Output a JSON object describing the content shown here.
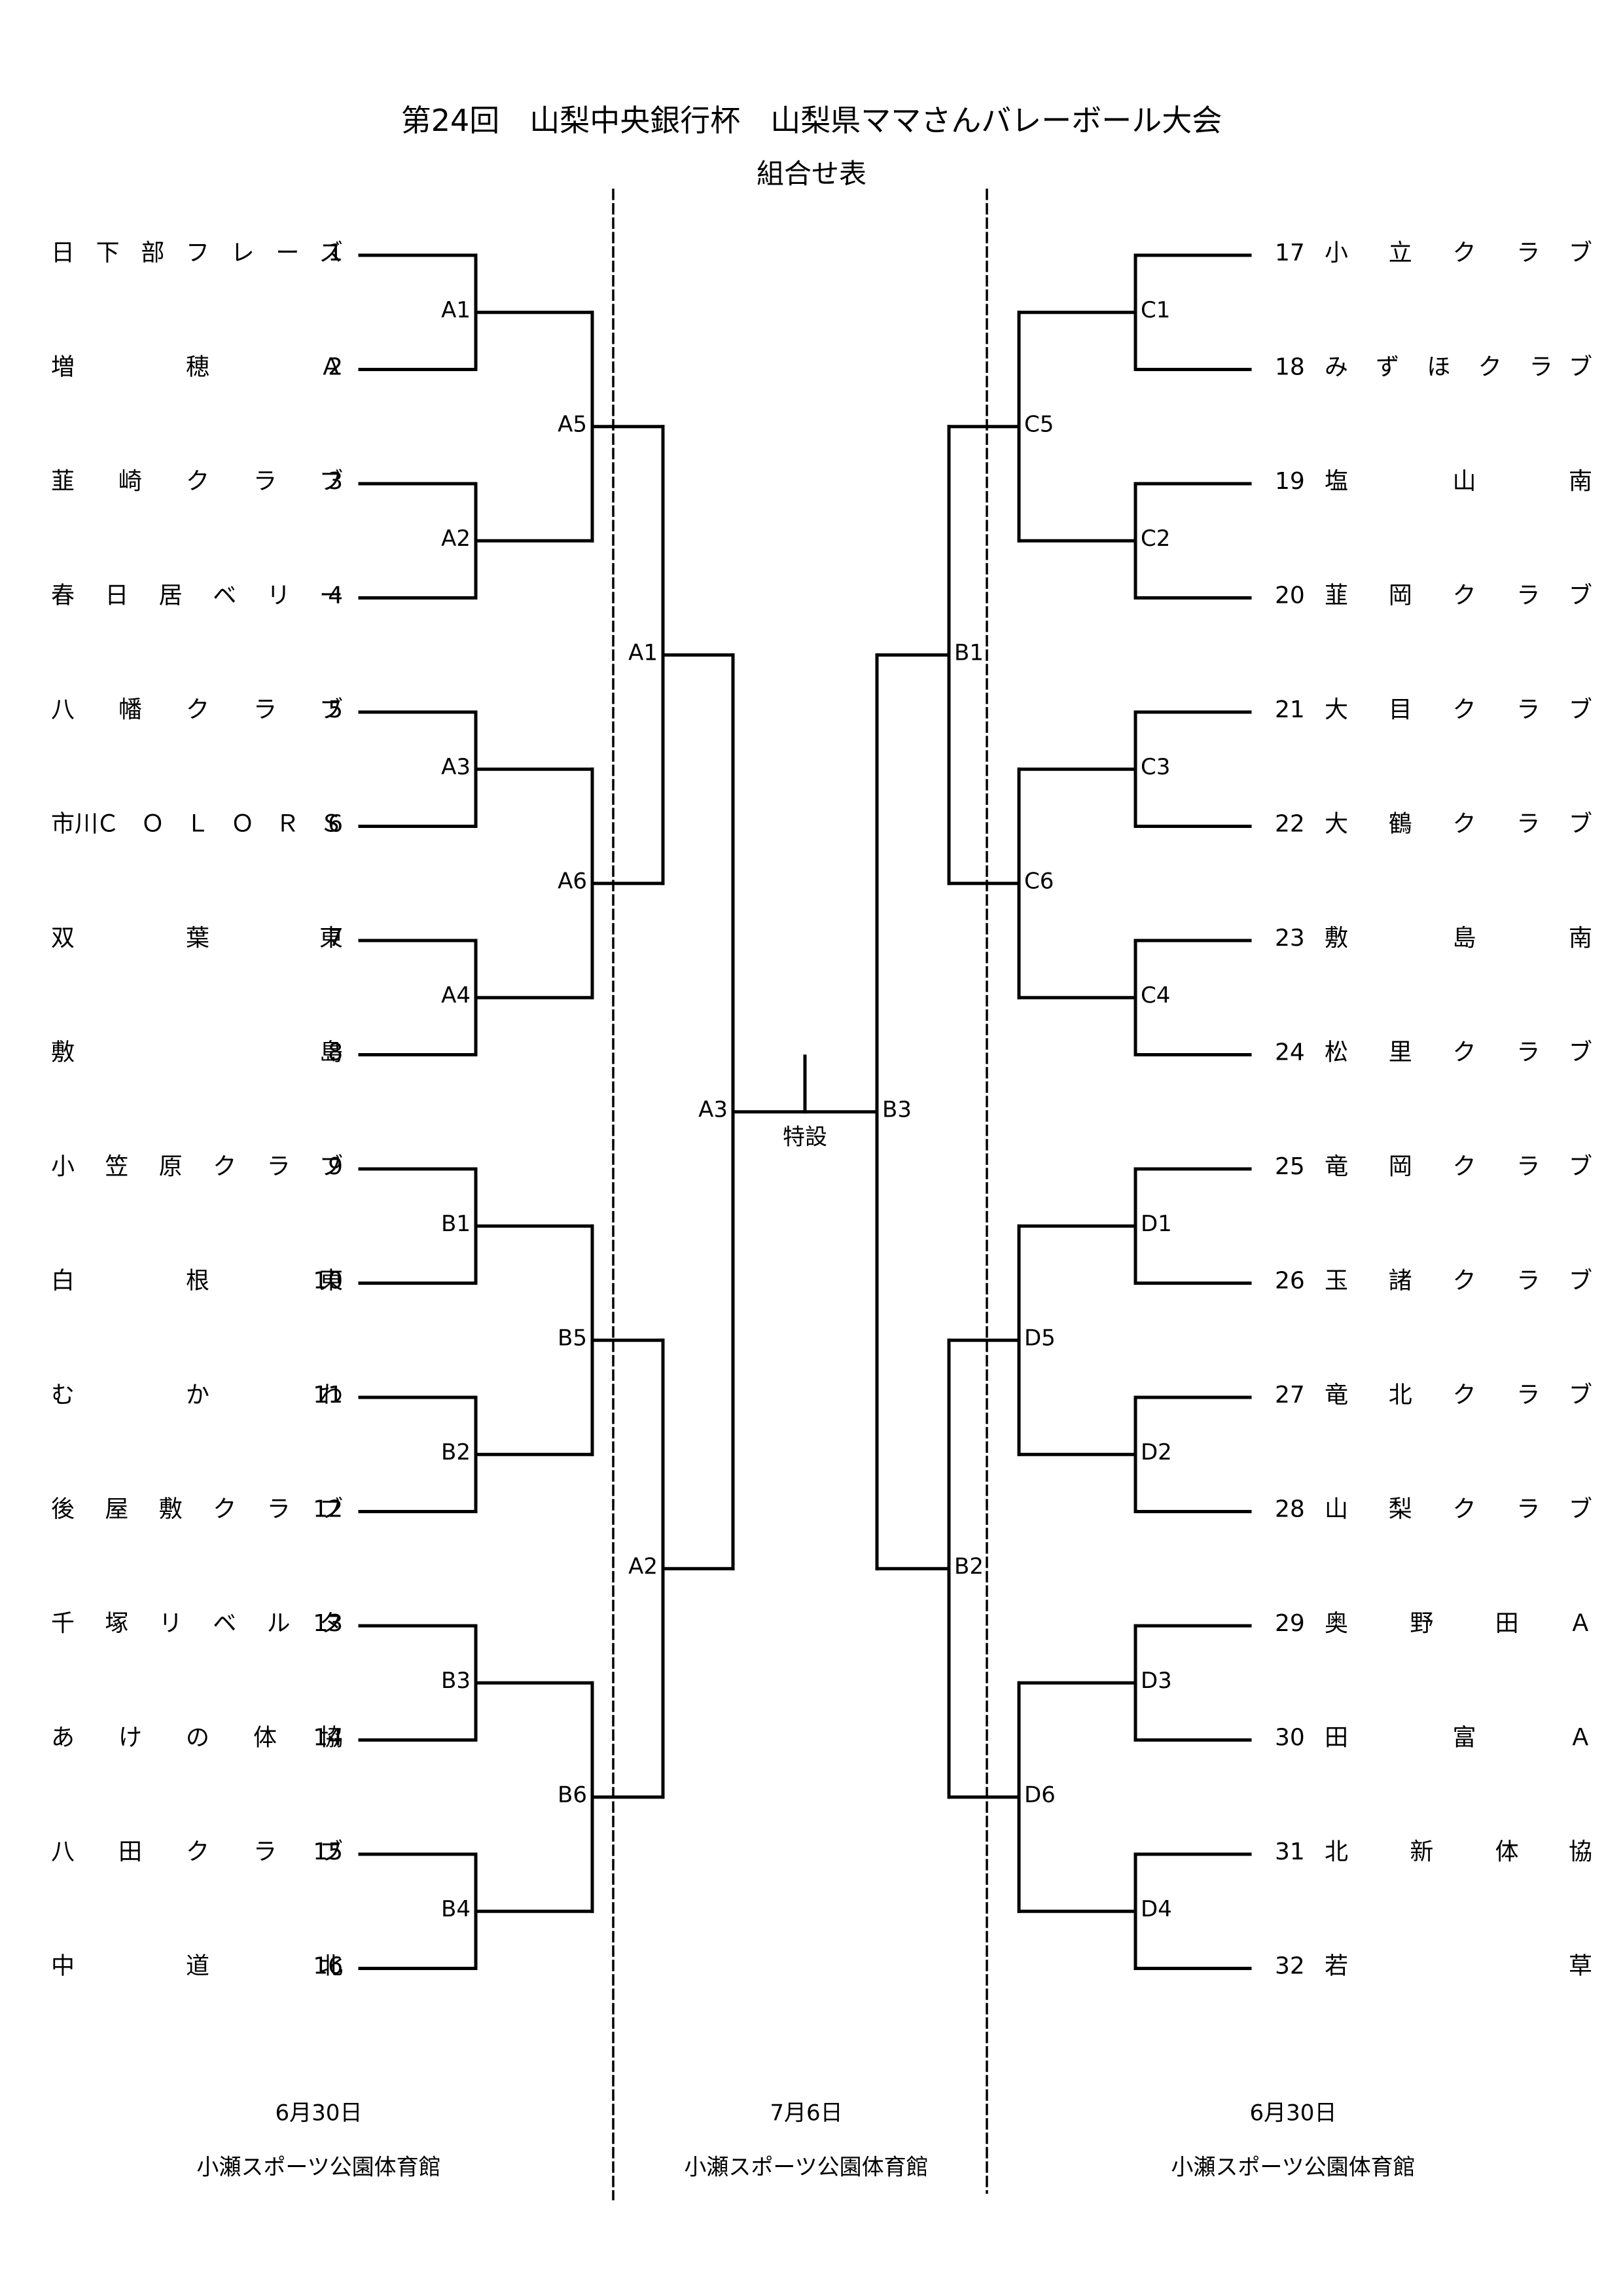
{
  "header": {
    "title": "第24回　山梨中央銀行杯　山梨県ママさんバレーボール大会",
    "subtitle": "組合せ表"
  },
  "left_teams": [
    {
      "no": "1",
      "name": [
        "日",
        "下",
        "部",
        "フ",
        "レ",
        "ー",
        "ズ"
      ]
    },
    {
      "no": "2",
      "name": [
        "増",
        "穂",
        "Ａ"
      ]
    },
    {
      "no": "3",
      "name": [
        "韮",
        "崎",
        "ク",
        "ラ",
        "ブ"
      ]
    },
    {
      "no": "4",
      "name": [
        "春",
        "日",
        "居",
        "ベ",
        "リ",
        "ー"
      ]
    },
    {
      "no": "5",
      "name": [
        "八",
        "幡",
        "ク",
        "ラ",
        "ブ"
      ]
    },
    {
      "no": "6",
      "name": [
        "市川",
        "Ｃ",
        "Ｏ",
        "Ｌ",
        "Ｏ",
        "Ｒ",
        "Ｓ"
      ]
    },
    {
      "no": "7",
      "name": [
        "双",
        "葉",
        "東"
      ]
    },
    {
      "no": "8",
      "name": [
        "敷",
        "島"
      ]
    },
    {
      "no": "9",
      "name": [
        "小",
        "笠",
        "原",
        "ク",
        "ラ",
        "ブ"
      ]
    },
    {
      "no": "10",
      "name": [
        "白",
        "根",
        "東"
      ]
    },
    {
      "no": "11",
      "name": [
        "む",
        "か",
        "わ"
      ]
    },
    {
      "no": "12",
      "name": [
        "後",
        "屋",
        "敷",
        "ク",
        "ラ",
        "ブ"
      ]
    },
    {
      "no": "13",
      "name": [
        "千",
        "塚",
        "リ",
        "ベ",
        "ル",
        "タ"
      ]
    },
    {
      "no": "14",
      "name": [
        "あ",
        "け",
        "の",
        "体",
        "協"
      ]
    },
    {
      "no": "15",
      "name": [
        "八",
        "田",
        "ク",
        "ラ",
        "ブ"
      ]
    },
    {
      "no": "16",
      "name": [
        "中",
        "道",
        "北"
      ]
    }
  ],
  "right_teams": [
    {
      "no": "17",
      "name": [
        "小",
        "立",
        "ク",
        "ラ",
        "ブ"
      ]
    },
    {
      "no": "18",
      "name": [
        "み",
        "ず",
        "ほ",
        "ク",
        "ラ",
        "ブ"
      ]
    },
    {
      "no": "19",
      "name": [
        "塩",
        "山",
        "南"
      ]
    },
    {
      "no": "20",
      "name": [
        "韮",
        "岡",
        "ク",
        "ラ",
        "ブ"
      ]
    },
    {
      "no": "21",
      "name": [
        "大",
        "目",
        "ク",
        "ラ",
        "ブ"
      ]
    },
    {
      "no": "22",
      "name": [
        "大",
        "鶴",
        "ク",
        "ラ",
        "ブ"
      ]
    },
    {
      "no": "23",
      "name": [
        "敷",
        "島",
        "南"
      ]
    },
    {
      "no": "24",
      "name": [
        "松",
        "里",
        "ク",
        "ラ",
        "ブ"
      ]
    },
    {
      "no": "25",
      "name": [
        "竜",
        "岡",
        "ク",
        "ラ",
        "ブ"
      ]
    },
    {
      "no": "26",
      "name": [
        "玉",
        "諸",
        "ク",
        "ラ",
        "ブ"
      ]
    },
    {
      "no": "27",
      "name": [
        "竜",
        "北",
        "ク",
        "ラ",
        "ブ"
      ]
    },
    {
      "no": "28",
      "name": [
        "山",
        "梨",
        "ク",
        "ラ",
        "ブ"
      ]
    },
    {
      "no": "29",
      "name": [
        "奥",
        "野",
        "田",
        "Ａ"
      ]
    },
    {
      "no": "30",
      "name": [
        "田",
        "富",
        "Ａ"
      ]
    },
    {
      "no": "31",
      "name": [
        "北",
        "新",
        "体",
        "協"
      ]
    },
    {
      "no": "32",
      "name": [
        "若",
        "草"
      ]
    }
  ],
  "matches": {
    "left_round1": [
      "A1",
      "A2",
      "A3",
      "A4",
      "B1",
      "B2",
      "B3",
      "B4"
    ],
    "left_round2": [
      "A5",
      "A6",
      "B5",
      "B6"
    ],
    "left_round3": [
      "A1",
      "A2"
    ],
    "left_semi": "A3",
    "right_round1": [
      "C1",
      "C2",
      "C3",
      "C4",
      "D1",
      "D2",
      "D3",
      "D4"
    ],
    "right_round2": [
      "C5",
      "C6",
      "D5",
      "D6"
    ],
    "right_round3": [
      "B1",
      "B2"
    ],
    "right_semi": "B3",
    "final_label": "特設"
  },
  "footer": [
    {
      "date": "6月30日",
      "venue": "小瀬スポーツ公園体育館"
    },
    {
      "date": "7月6日",
      "venue": "小瀬スポーツ公園体育館"
    },
    {
      "date": "6月30日",
      "venue": "小瀬スポーツ公園体育館"
    }
  ]
}
